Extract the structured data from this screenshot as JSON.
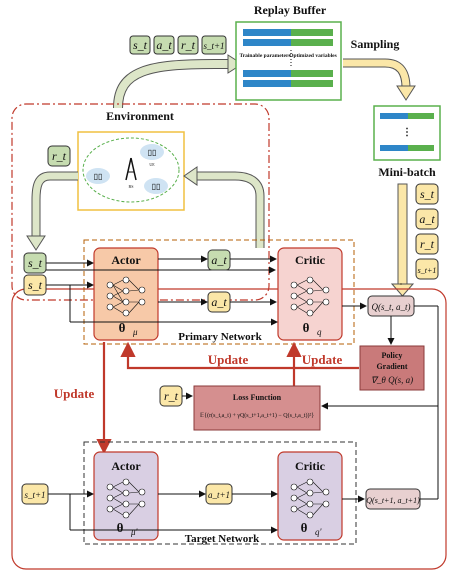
{
  "replay_buffer": {
    "title": "Replay Buffer",
    "col_left": "Trainable parameters",
    "col_right": "Optimized variables"
  },
  "sampling_label": "Sampling",
  "minibatch_label": "Mini-batch",
  "transition": [
    "s_t",
    "a_t",
    "r_t",
    "s_t+1"
  ],
  "minibatch_items": [
    "s_t",
    "a_t",
    "r_t",
    "s_t+1"
  ],
  "environment": {
    "title": "Environment",
    "reward": "r_t",
    "ue_label": "UE",
    "bs_label": "BS"
  },
  "primary": {
    "label": "Primary Network",
    "actor": "Actor",
    "actor_theta": "θ",
    "actor_sub": "μ",
    "critic": "Critic",
    "critic_theta": "θ",
    "critic_sub": "q",
    "state": "s_t",
    "action": "a_t",
    "action2": "a_t",
    "state_in": "s_t",
    "q_out": "Q(s_t, a_t)"
  },
  "policy_gradient": {
    "l1": "Policy",
    "l2": "Gradient",
    "l3": "∇_θ Q(s, a)"
  },
  "update_labels": [
    "Update",
    "Update",
    "Update"
  ],
  "loss": {
    "title": "Loss Function",
    "formula": "𝔼{(r(s_t,a_t) + γQ(s_t+1,a_t+1) − Q(s_t,a_t))²}",
    "reward": "r_t"
  },
  "target": {
    "label": "Target Network",
    "actor": "Actor",
    "actor_theta": "θ",
    "actor_sub": "μ'",
    "critic": "Critic",
    "critic_theta": "θ",
    "critic_sub": "q'",
    "state": "s_t+1",
    "action": "a_t+1",
    "q_out": "Q(s_t+1, a_t+1)"
  },
  "colors": {
    "actor_fill": "#f7c9a8",
    "critic_fill": "#f6d3d0",
    "target_fill": "#d9cfe3",
    "tag_fill": "#fbe7a8",
    "tag_green": "#c6dcb0",
    "red": "#c0392b",
    "arrow_fill": "#dde6c8",
    "buffer_blue": "#2e86c8",
    "buffer_green": "#5ab04d"
  }
}
